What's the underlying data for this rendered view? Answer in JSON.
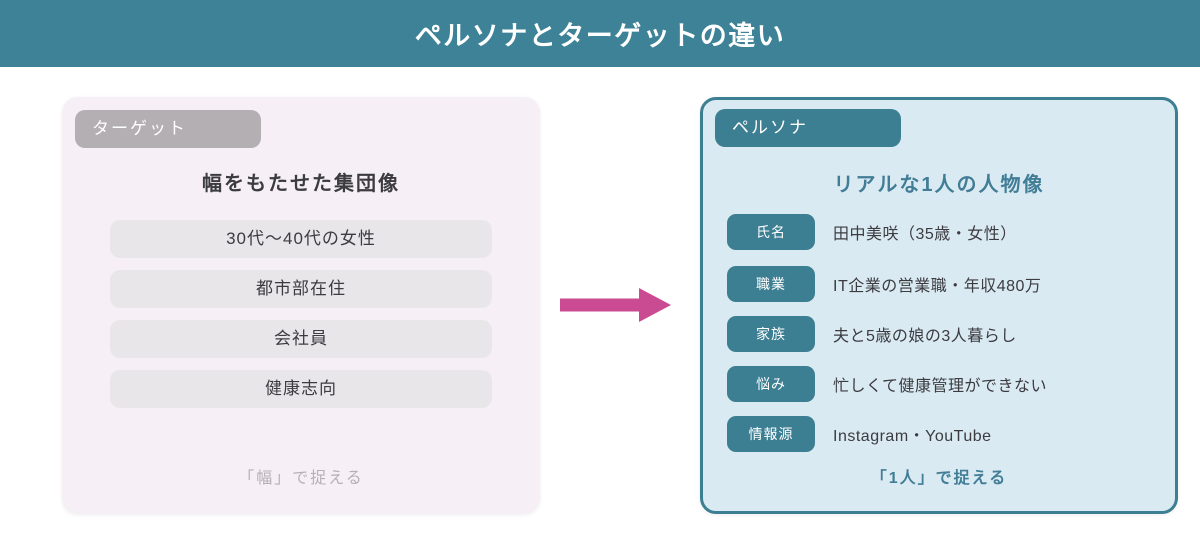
{
  "header": {
    "title": "ペルソナとターゲットの違い"
  },
  "target_card": {
    "badge": "ターゲット",
    "title": "幅をもたせた集団像",
    "items": [
      "30代〜40代の女性",
      "都市部在住",
      "会社員",
      "健康志向"
    ],
    "footer": "「幅」で捉える"
  },
  "persona_card": {
    "badge": "ペルソナ",
    "title": "リアルな1人の人物像",
    "rows": [
      {
        "label": "氏名",
        "value": "田中美咲（35歳・女性）"
      },
      {
        "label": "職業",
        "value": "IT企業の営業職・年収480万"
      },
      {
        "label": "家族",
        "value": "夫と5歳の娘の3人暮らし"
      },
      {
        "label": "悩み",
        "value": "忙しくて健康管理ができない"
      },
      {
        "label": "情報源",
        "value": "Instagram・YouTube"
      }
    ],
    "footer": "「1人」で捉える"
  },
  "arrow": {
    "direction": "right",
    "color": "#ca4b92"
  },
  "colors": {
    "header_bg": "#3d8296",
    "accent_teal": "#3c7e92",
    "teal_text": "#417d96",
    "target_card_bg": "#f6f0f6",
    "target_item_bg": "#e9e6e9",
    "gray_badge": "#b3afb3",
    "muted_gray_text": "#b5b0b5",
    "persona_card_bg": "#daeaf2",
    "arrow_pink": "#ca4b92",
    "dark_text": "#3b3b40"
  }
}
